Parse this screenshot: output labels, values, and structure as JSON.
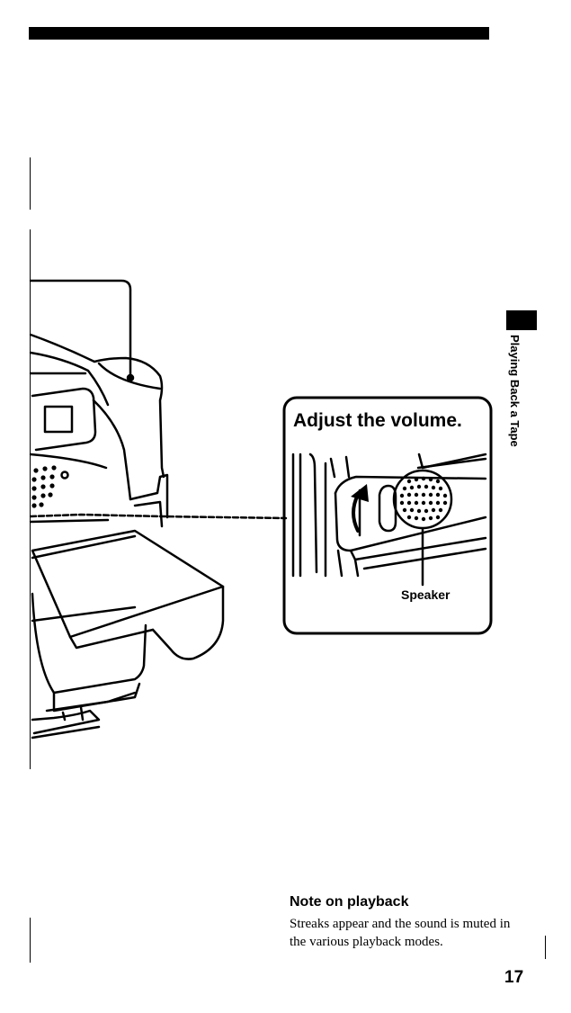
{
  "side_tab": {
    "label": "Playing Back a Tape"
  },
  "callout": {
    "title": "Adjust the volume.",
    "speaker_label": "Speaker"
  },
  "note": {
    "heading": "Note on playback",
    "body": "Streaks appear and the sound is muted in the various playback modes."
  },
  "page": {
    "number": "17"
  },
  "icons": {
    "camcorder": "camcorder-illustration-icon",
    "speaker": "speaker-grille-icon",
    "volume_arrow": "volume-dial-arrow-icon"
  }
}
